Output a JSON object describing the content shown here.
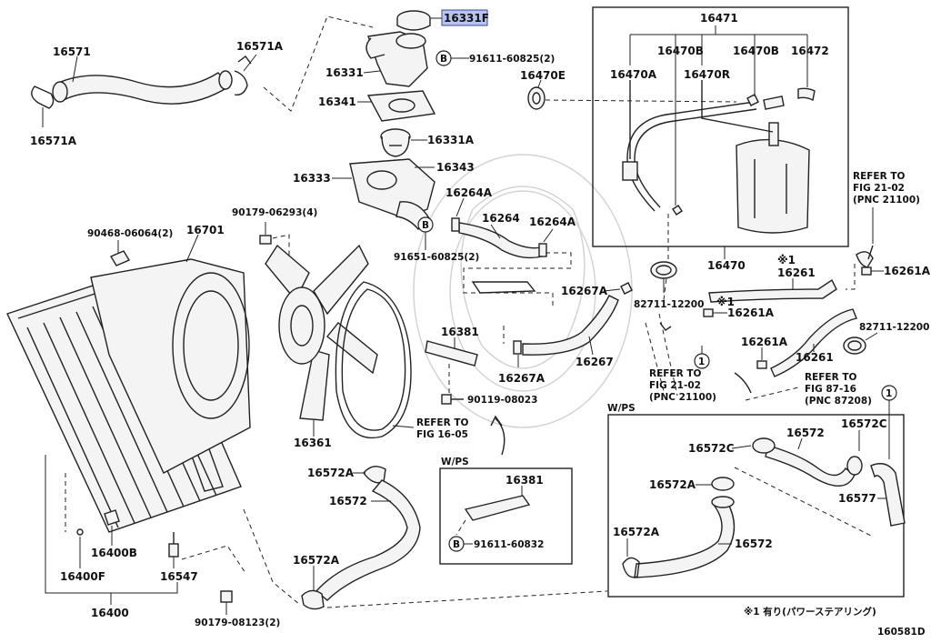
{
  "highlighted_part": "16331F",
  "drawing_number": "160581D",
  "footnote": "※1 有り(パワーステアリング)",
  "callouts": {
    "p16571": "16571",
    "p16571A_top": "16571A",
    "p16571A_left": "16571A",
    "p16331F": "16331F",
    "p16331": "16331",
    "p16341": "16341",
    "b91611_a": "91611-60825(2)",
    "p16470E": "16470E",
    "p16331A": "16331A",
    "p16333": "16333",
    "p16343": "16343",
    "p90179_06293": "90179-06293(4)",
    "p16264A_1": "16264A",
    "p16264": "16264",
    "p16264A_2": "16264A",
    "p90468": "90468-06064(2)",
    "p16701": "16701",
    "b91651": "91651-60825(2)",
    "p16381": "16381",
    "p16267A_1": "16267A",
    "p16267": "16267",
    "p16267A_2": "16267A",
    "p82711_a": "82711-12200",
    "p16261A_1": "16261A",
    "p16261A_2": "16261A",
    "p16261_top": "16261",
    "p16261_bot": "16261",
    "p16261A_3": "16261A",
    "p82711_b": "82711-12200",
    "p90119": "90119-08023",
    "p16361": "16361",
    "p16572A_1": "16572A",
    "p16572_1": "16572",
    "p16572A_2": "16572A",
    "p16400B": "16400B",
    "p16400F": "16400F",
    "p16547": "16547",
    "p16400": "16400",
    "p90179_08123": "90179-08123(2)",
    "wps_1": "W/PS",
    "p16381_b": "16381",
    "b91611_b": "91611-60832",
    "wps_2": "W/PS",
    "p16572_r1": "16572",
    "p16572C_1": "16572C",
    "p16572C_2": "16572C",
    "p16572A_r1": "16572A",
    "p16577": "16577",
    "p16572A_r2": "16572A",
    "p16572_r2": "16572",
    "box_16471": "16471",
    "box_16470B_1": "16470B",
    "box_16470B_2": "16470B",
    "box_16472": "16472",
    "box_16470A": "16470A",
    "box_16470R": "16470R",
    "p16470": "16470",
    "mark_1": "※1",
    "mark_2": "※1",
    "bolt_marker": "B",
    "circle_one": "1"
  },
  "references": {
    "top_right_1": "REFER TO",
    "top_right_2": "FIG 21-02",
    "top_right_3": "(PNC 21100)",
    "mid_1": "REFER TO",
    "mid_2": "FIG 21-02",
    "mid_3": "(PNC 21100)",
    "right_1": "REFER TO",
    "right_2": "FIG 87-16",
    "right_3": "(PNC 87208)",
    "belt_1": "REFER TO",
    "belt_2": "FIG 16-05"
  }
}
